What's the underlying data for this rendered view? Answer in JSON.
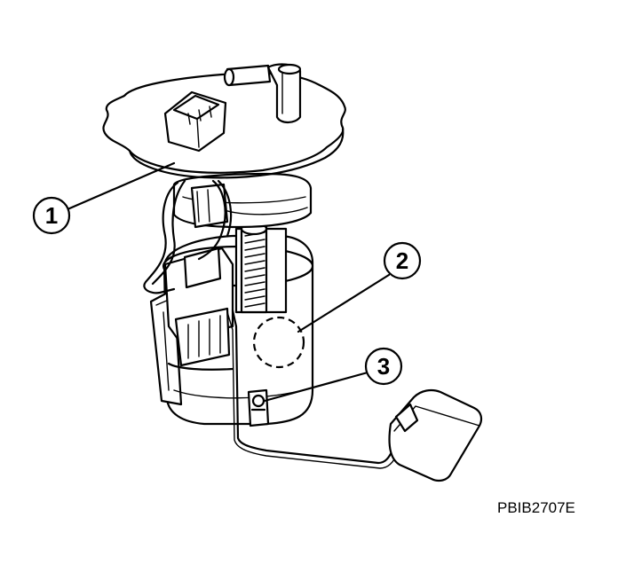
{
  "diagram": {
    "callouts": [
      {
        "id": "1",
        "label": "1"
      },
      {
        "id": "2",
        "label": "2"
      },
      {
        "id": "3",
        "label": "3"
      }
    ],
    "figure_code": "PBIB2707E"
  }
}
